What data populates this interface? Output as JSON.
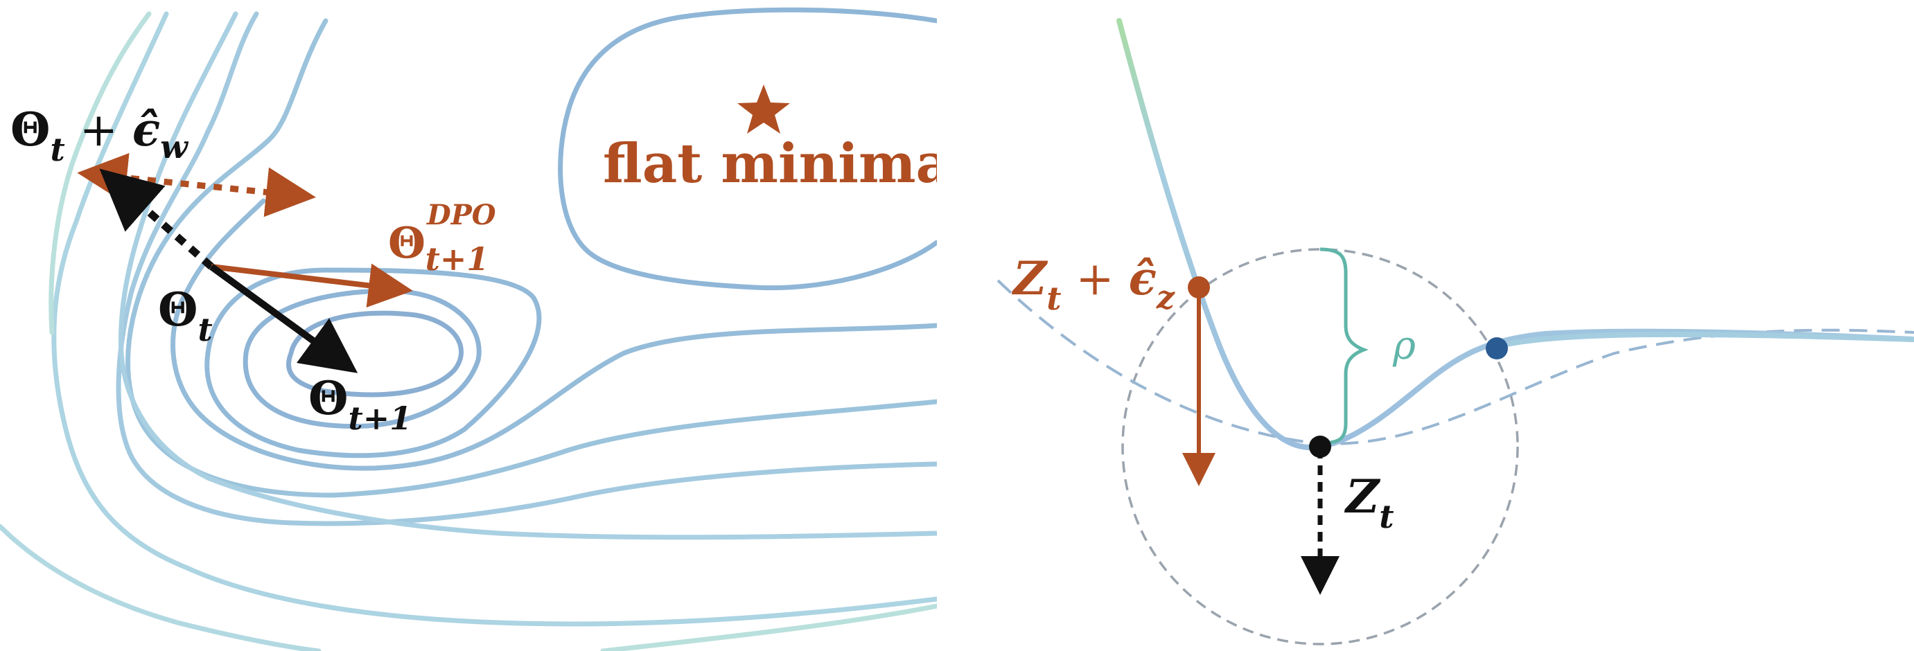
{
  "colors": {
    "contour_light": "#a9d4e3",
    "contour_mid": "#98c2dc",
    "contour_dark": "#8aaed2",
    "contour_teal": "#b9e0dc",
    "accent": "#b04e22",
    "black": "#111111",
    "rho": "#5fb5a8",
    "dashed_gray": "#9aa3ad",
    "point_blue": "#2b5b93",
    "curve_green": "#a8dca6",
    "curve_blue": "#a5cde0"
  },
  "left_panel": {
    "labels": {
      "theta_perturbed_base": "Θ",
      "theta_perturbed_sub": "t",
      "theta_perturbed_plus": " + ",
      "theta_perturbed_eps": "ϵ̂",
      "theta_perturbed_eps_sub": "w",
      "flat_minima": "flat minima",
      "theta_dpo_base": "Θ",
      "theta_dpo_sup": "DPO",
      "theta_dpo_sub": "t+1",
      "theta_t_base": "Θ",
      "theta_t_sub": "t",
      "theta_next_base": "Θ",
      "theta_next_sub": "t+1"
    },
    "icons": {
      "flat_minima_marker": "star-icon"
    }
  },
  "right_panel": {
    "labels": {
      "z_perturbed_base": "Z",
      "z_perturbed_sub": "t",
      "z_perturbed_plus": " + ",
      "z_perturbed_eps": "ϵ̂",
      "z_perturbed_eps_sub": "z",
      "rho": "ρ",
      "z_t_base": "Z",
      "z_t_sub": "t"
    }
  }
}
